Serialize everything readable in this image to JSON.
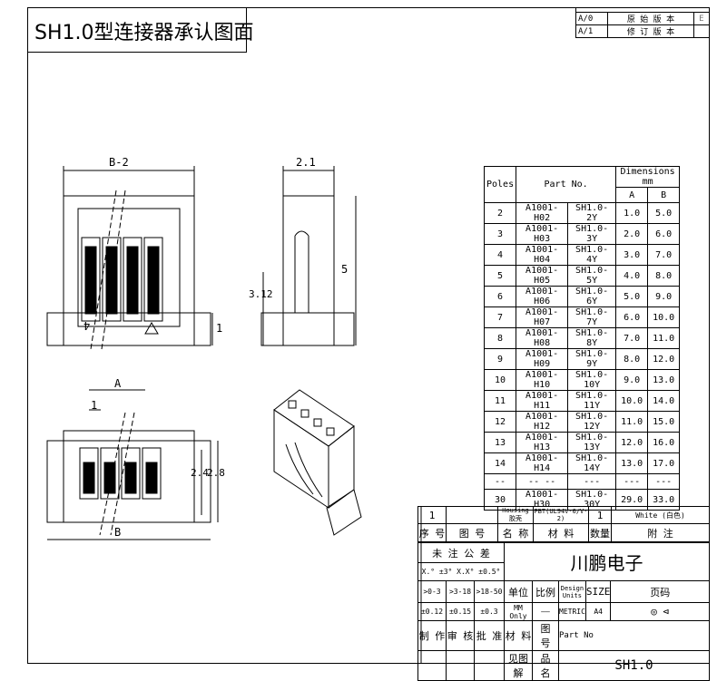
{
  "title": "SH1.0型连接器承认图面",
  "revisions": [
    {
      "code": "A/0",
      "desc": "原 始 版 本",
      "mark": "E"
    },
    {
      "code": "A/1",
      "desc": "修 订 版 本",
      "mark": ""
    }
  ],
  "dimensions_table": {
    "headers": {
      "poles": "Poles",
      "part_no": "Part No.",
      "dims": "Dimensions mm",
      "a": "A",
      "b": "B"
    },
    "rows": [
      [
        "2",
        "A1001-H02",
        "SH1.0-2Y",
        "1.0",
        "5.0"
      ],
      [
        "3",
        "A1001-H03",
        "SH1.0-3Y",
        "2.0",
        "6.0"
      ],
      [
        "4",
        "A1001-H04",
        "SH1.0-4Y",
        "3.0",
        "7.0"
      ],
      [
        "5",
        "A1001-H05",
        "SH1.0-5Y",
        "4.0",
        "8.0"
      ],
      [
        "6",
        "A1001-H06",
        "SH1.0-6Y",
        "5.0",
        "9.0"
      ],
      [
        "7",
        "A1001-H07",
        "SH1.0-7Y",
        "6.0",
        "10.0"
      ],
      [
        "8",
        "A1001-H08",
        "SH1.0-8Y",
        "7.0",
        "11.0"
      ],
      [
        "9",
        "A1001-H09",
        "SH1.0-9Y",
        "8.0",
        "12.0"
      ],
      [
        "10",
        "A1001-H10",
        "SH1.0-10Y",
        "9.0",
        "13.0"
      ],
      [
        "11",
        "A1001-H11",
        "SH1.0-11Y",
        "10.0",
        "14.0"
      ],
      [
        "12",
        "A1001-H12",
        "SH1.0-12Y",
        "11.0",
        "15.0"
      ],
      [
        "13",
        "A1001-H13",
        "SH1.0-13Y",
        "12.0",
        "16.0"
      ],
      [
        "14",
        "A1001-H14",
        "SH1.0-14Y",
        "13.0",
        "17.0"
      ],
      [
        "--",
        "-- --",
        "---",
        "---",
        "---"
      ],
      [
        "30",
        "A1001-H30",
        "SH1.0-30Y",
        "29.0",
        "33.0"
      ]
    ]
  },
  "drawing_labels": {
    "b_minus_2": "B-2",
    "w_2_1": "2.1",
    "h_5": "5",
    "h_3_12": "3.12",
    "h_1": "1",
    "a": "A",
    "one": "1",
    "b": "B",
    "h_2_4": "2.4",
    "h_2_8": "2.8",
    "mark_4": "4"
  },
  "title_block": {
    "row1": {
      "no": "1",
      "name": "Housing 胶壳",
      "material": "PBT(UL94V-0/V-2)",
      "qty": "1",
      "note": "White (白色)"
    },
    "header": {
      "no": "序 号",
      "drawing": "图 号",
      "name": "名 称",
      "material": "材 料",
      "qty": "数量",
      "note": "附 注"
    },
    "tolerance_title": "未 注 公 差",
    "tolerance_line": "X.° ±3° X.X° ±0.5°",
    "company": "川鹏电子",
    "ranges": [
      ">0-3",
      ">3-18",
      ">18-50"
    ],
    "range_tol": [
      "±0.12",
      "±0.15",
      "±0.3"
    ],
    "unit_label": "单位",
    "scale_label": "比例",
    "design_units": "Design Units",
    "size_label": "SIZE",
    "page_label": "页码",
    "unit_value": "MM Only",
    "scale_value": "——",
    "metric": "METRIC",
    "size_value": "A4",
    "sign_row": [
      "制 作",
      "审 核",
      "批 准",
      "材 料",
      "图 号"
    ],
    "part_no_label": "Part No",
    "see_drawing": "见图解",
    "product_name": "品 名",
    "part_no": "SH1.0"
  }
}
